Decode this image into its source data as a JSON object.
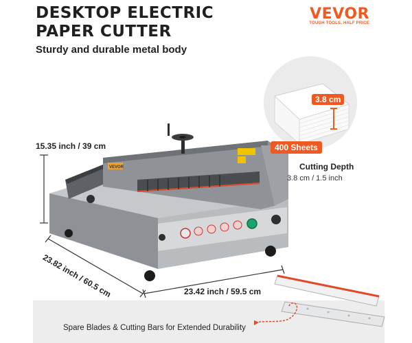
{
  "header": {
    "title_line1": "DESKTOP ELECTRIC",
    "title_line2": "PAPER CUTTER",
    "subtitle": "Sturdy and durable metal body"
  },
  "brand": {
    "logo": "VEVOR",
    "tagline": "TOUGH TOOLS, HALF PRICE",
    "color": "#f05a22"
  },
  "dimensions": {
    "height": "15.35 inch / 39 cm",
    "depth": "23.82 inch / 60.5 cm",
    "width": "23.42 inch / 59.5 cm"
  },
  "paper_stack": {
    "thickness": "3.8 cm",
    "sheets": "400 Sheets"
  },
  "cutting_depth": {
    "label": "Cutting Depth",
    "value": "3.8 cm / 1.5 inch"
  },
  "spare_parts": {
    "label": "Spare Blades & Cutting Bars for Extended Durability"
  },
  "machine": {
    "plate_logo": "VEVOR",
    "body_color": "#9b9fa3",
    "accent_color": "#e04a2a"
  }
}
